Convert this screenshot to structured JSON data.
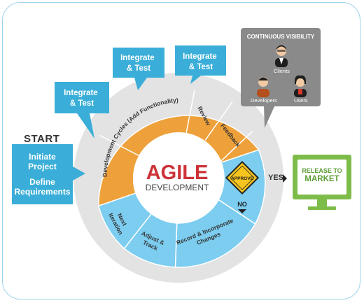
{
  "start": {
    "heading": "START",
    "line1": "Initiate",
    "line2": "Project",
    "line3": "Define",
    "line4": "Requirements"
  },
  "callouts": [
    {
      "line1": "Integrate",
      "line2": "& Test"
    },
    {
      "line1": "Integrate",
      "line2": "& Test"
    },
    {
      "line1": "Integrate",
      "line2": "& Test"
    }
  ],
  "center": {
    "title": "AGILE",
    "subtitle": "DEVELOPMENT"
  },
  "cycle": {
    "development": "Development Cycles (Add Functionality)",
    "review": "Review",
    "feedback": "Feedback",
    "next_iteration_1": "Next",
    "next_iteration_2": "Iteration",
    "adjust_1": "Adjust &",
    "adjust_2": "Track",
    "record_1": "Record & Incorporate",
    "record_2": "Changes"
  },
  "approve": {
    "sign": "APPROVE",
    "no": "NO",
    "yes": "YES"
  },
  "visibility": {
    "title": "CONTINUOUS VISIBILITY",
    "clients": "Clients",
    "developers": "Developers",
    "users": "Users"
  },
  "release": {
    "line1": "RELEASE TO",
    "line2": "MARKET"
  },
  "colors": {
    "orange": "#eea13a",
    "blue": "#7ccdf0",
    "callout_blue": "#3aaed8",
    "ring": "#e3e3e3",
    "agile_red": "#cc3338",
    "approve_yellow": "#f7c51e",
    "release_green": "#7ebc4a",
    "visibility_gray": "#8a8a8a"
  }
}
